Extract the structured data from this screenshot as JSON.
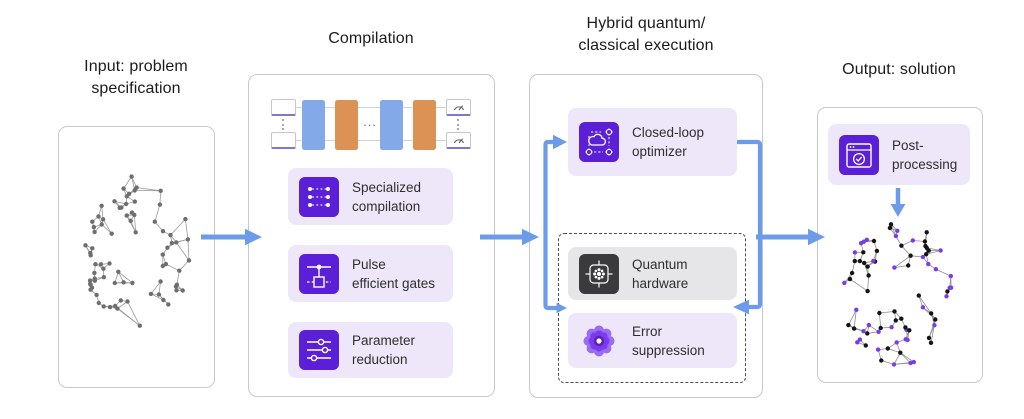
{
  "titles": {
    "input": [
      "Input: problem",
      "specification"
    ],
    "compilation": [
      "Compilation"
    ],
    "hybrid": [
      "Hybrid quantum/",
      "classical execution"
    ],
    "output": [
      "Output: solution"
    ]
  },
  "compilation": {
    "circuit": {
      "ellipsis": "...",
      "qubit_init_boxes": 2,
      "measurement_boxes": 2,
      "gate_bars": [
        "blue",
        "orange",
        "blue",
        "orange"
      ]
    },
    "items": [
      {
        "icon": "lattice-grid-icon",
        "label_lines": [
          "Specialized",
          "compilation"
        ]
      },
      {
        "icon": "pulse-gate-icon",
        "label_lines": [
          "Pulse",
          "efficient gates"
        ]
      },
      {
        "icon": "sliders-icon",
        "label_lines": [
          "Parameter",
          "reduction"
        ]
      }
    ]
  },
  "hybrid": {
    "optimizer": {
      "icon": "optimizer-gears-icon",
      "label_lines": [
        "Closed-loop",
        "optimizer"
      ]
    },
    "hardware": {
      "icon": "quantum-chip-icon",
      "label_lines": [
        "Quantum",
        "hardware"
      ]
    },
    "error": {
      "icon": "rosette-icon",
      "label_lines": [
        "Error",
        "suppression"
      ]
    }
  },
  "output": {
    "post": {
      "icon": "window-check-icon",
      "label_lines": [
        "Post-",
        "processing"
      ]
    }
  },
  "colors": {
    "arrow_blue": "#6C9BEA",
    "card_lavender": "#EDE7F9",
    "icon_purple": "#5A1FD6",
    "hardware_gray": "#E6E5E8",
    "hardware_dark": "#3A3A3C",
    "gate_blue": "#84A9E8",
    "gate_orange": "#DB9254",
    "error_purple": "#7C3AED",
    "input_node_gray": "#6E6E6E",
    "output_node_black": "#141414",
    "output_node_purple": "#7C3AED"
  },
  "graphs": {
    "input": {
      "node_count": 78,
      "node_colors": [
        "#6E6E6E"
      ],
      "edge_color": "#9B9B9B"
    },
    "output": {
      "node_count": 78,
      "node_colors": [
        "#141414",
        "#7C3AED"
      ],
      "edge_color": "#8F8F8F"
    }
  }
}
